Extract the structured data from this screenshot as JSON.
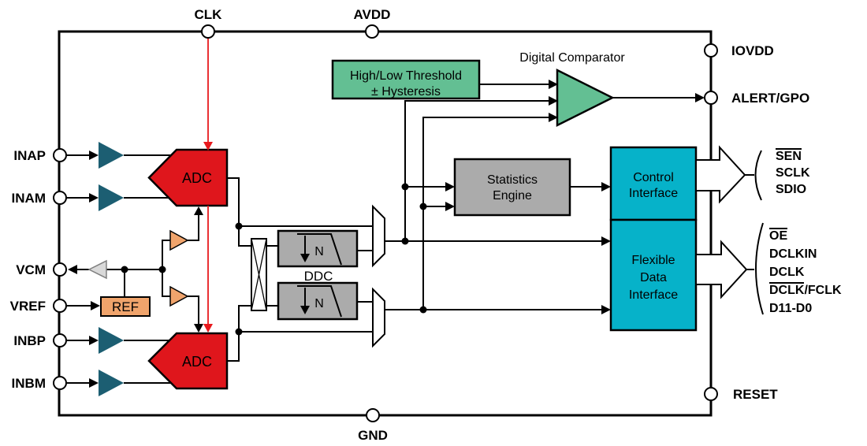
{
  "colors": {
    "green": "#63bf93",
    "cyan": "#06b2c9",
    "gray_block": "#ababab",
    "red": "#df161c",
    "orange": "#f0a46c",
    "teal": "#1c5e72",
    "light_gray": "#d9d9d9",
    "wire_red": "#e8191d",
    "white": "#ffffff"
  },
  "pins": {
    "clk": "CLK",
    "avdd": "AVDD",
    "iovdd": "IOVDD",
    "alert_gpo": "ALERT/GPO",
    "reset": "RESET",
    "gnd": "GND",
    "inap": "INAP",
    "inam": "INAM",
    "vcm": "VCM",
    "vref": "VREF",
    "inbp": "INBP",
    "inbm": "INBM"
  },
  "blocks": {
    "threshold_line1": "High/Low Threshold",
    "threshold_line2": "± Hysteresis",
    "digital_comparator": "Digital Comparator",
    "statistics_line1": "Statistics",
    "statistics_line2": "Engine",
    "control_line1": "Control",
    "control_line2": "Interface",
    "flexible_line1": "Flexible",
    "flexible_line2": "Data",
    "flexible_line3": "Interface",
    "adc": "ADC",
    "ref": "REF",
    "ddc": "DDC",
    "decimate_n": "N"
  },
  "bus": {
    "spi": {
      "sen": "SEN",
      "sclk": "SCLK",
      "sdio": "SDIO"
    },
    "data": {
      "oe": "OE",
      "dclkin": "DCLKIN",
      "dclk": "DCLK",
      "dclk_fclk": "DCLK/FCLK",
      "d11_d0": "D11-D0"
    }
  }
}
